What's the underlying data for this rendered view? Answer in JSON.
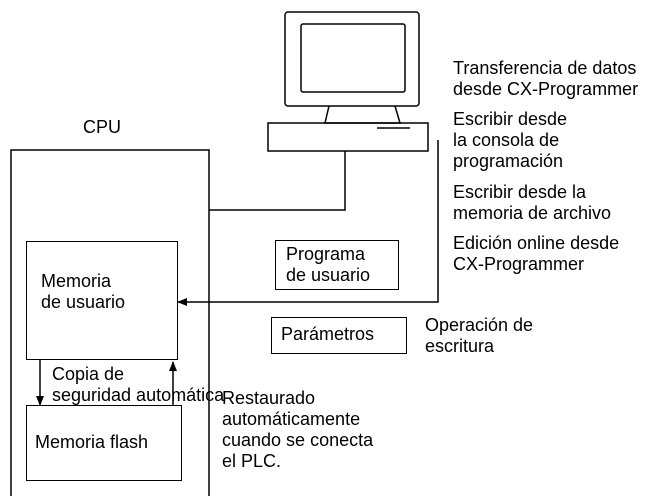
{
  "cpu_label": "CPU",
  "sources": {
    "transfer": "Transferencia de datos\ndesde CX-Programmer",
    "console": "Escribir desde\nla consola de\nprogramación",
    "file_memory": "Escribir desde la\nmemoria de archivo",
    "online_edit": "Edición online desde\nCX-Programmer"
  },
  "program_box": "Programa\nde usuario",
  "parameters_box": "Parámetros",
  "write_operation": "Operación de\nescritura",
  "user_memory": "Memoria\nde usuario",
  "backup_label": "Copia de\nseguridad automática",
  "flash_memory": "Memoria flash",
  "restore_label": "Restaurado\nautomáticamente\ncuando se conecta\nel PLC."
}
